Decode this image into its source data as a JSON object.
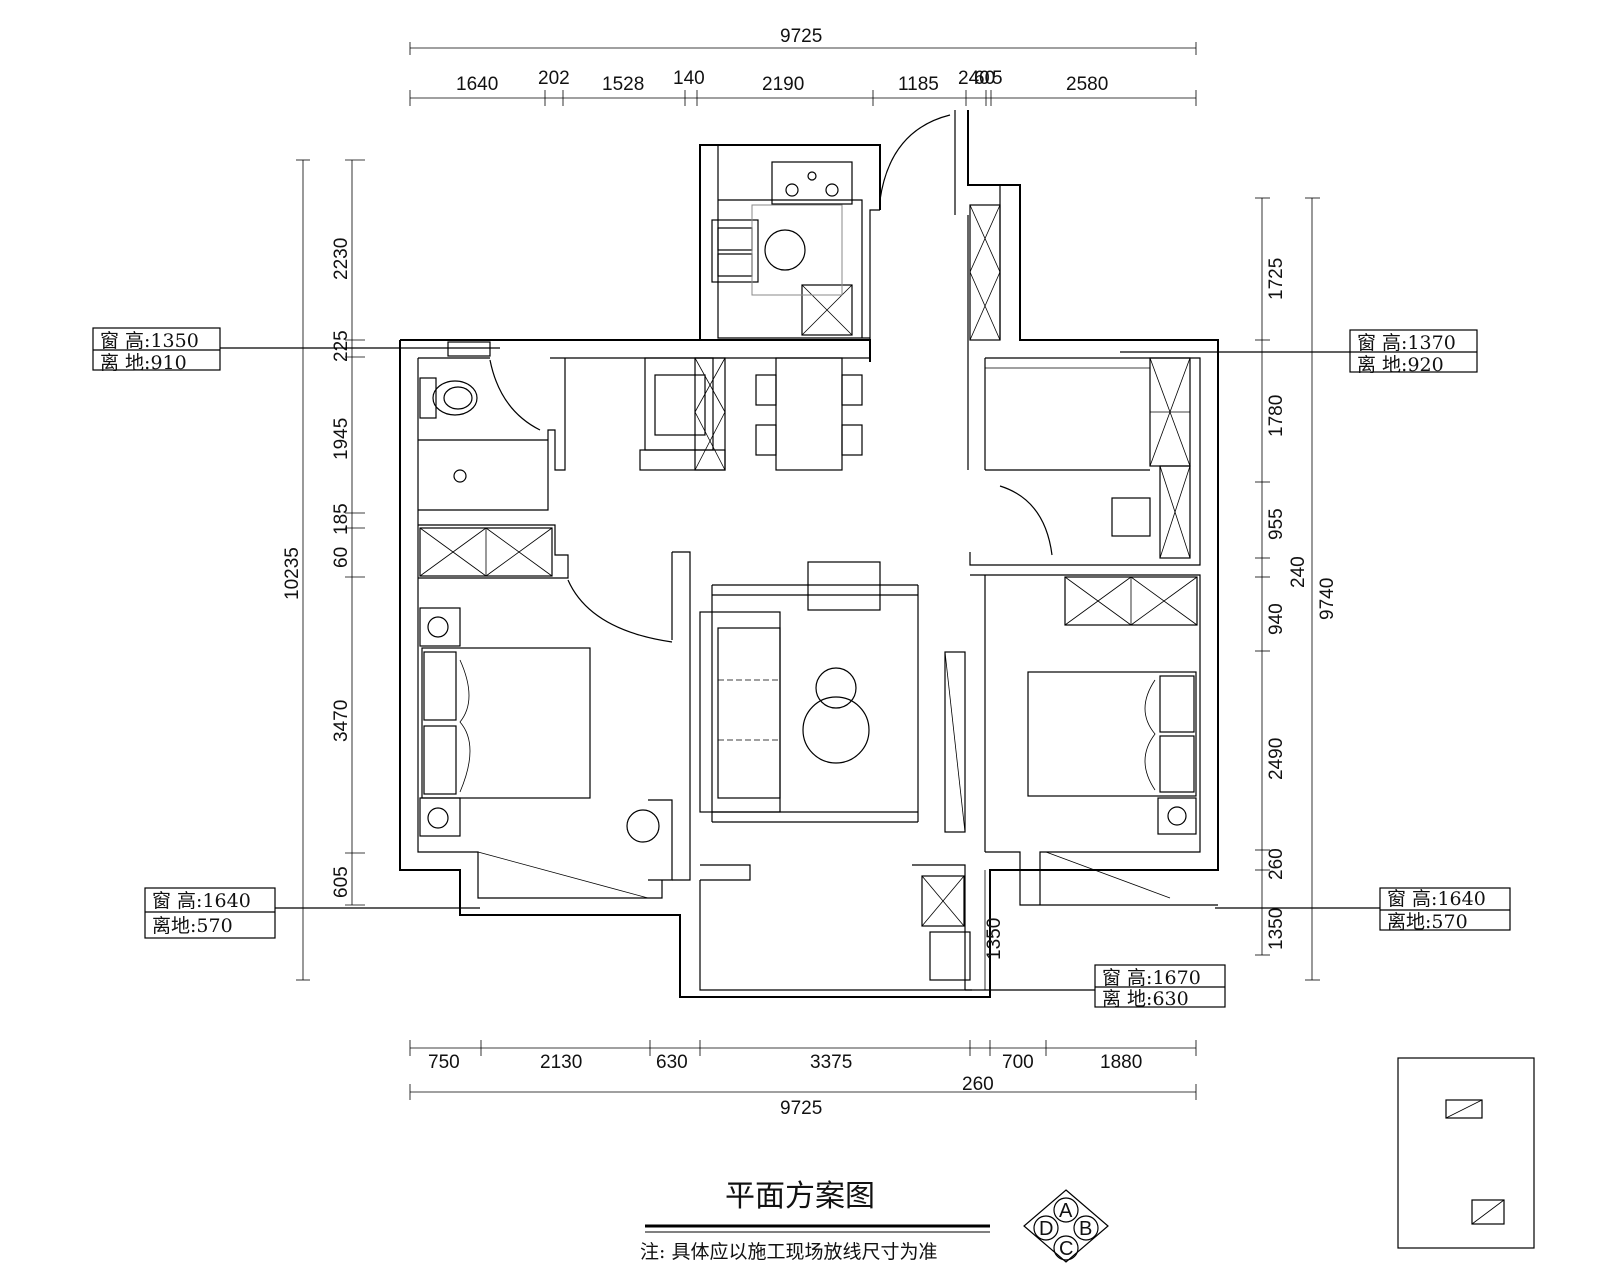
{
  "title": "平面方案图",
  "note": "注: 具体应以施工现场放线尺寸为准",
  "compass": [
    "A",
    "B",
    "C",
    "D"
  ],
  "dims_top": {
    "total": "9725",
    "segments": [
      "1640",
      "202",
      "1528",
      "140",
      "2190",
      "1185",
      "240",
      "60",
      "5",
      "2580"
    ]
  },
  "dims_bottom": {
    "total": "9725",
    "segments": [
      "750",
      "2130",
      "630",
      "3375",
      "700",
      "1880"
    ],
    "extra": "260"
  },
  "dims_left": {
    "total": "10235",
    "segments": [
      "2230",
      "225",
      "1945",
      "185",
      "60",
      "3470",
      "605"
    ]
  },
  "dims_right": {
    "total": "9740",
    "segments": [
      "1725",
      "1780",
      "955",
      "240",
      "940",
      "2490",
      "260",
      "1350"
    ]
  },
  "dim_balcony": "1350",
  "window_tags": [
    {
      "h": "窗 高:1350",
      "g": "离 地:910"
    },
    {
      "h": "窗 高:1370",
      "g": "离 地:920"
    },
    {
      "h": "窗 高:1640",
      "g": "离地:570"
    },
    {
      "h": "窗 高:1640",
      "g": "离地:570"
    },
    {
      "h": "窗 高:1670",
      "g": "离 地:630"
    }
  ]
}
